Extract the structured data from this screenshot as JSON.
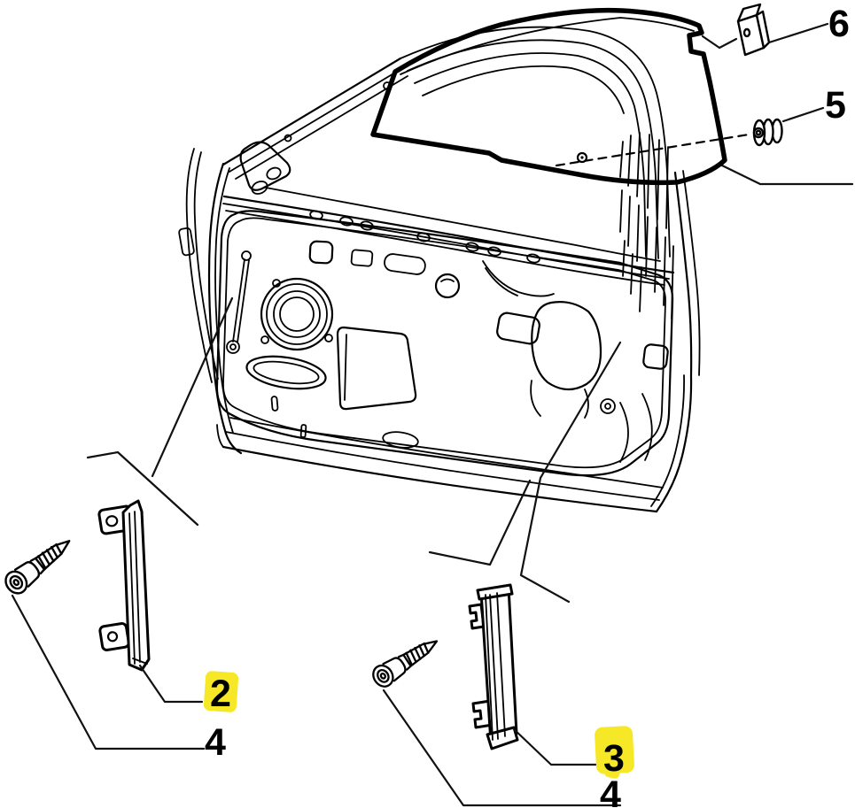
{
  "diagram": {
    "description": "Exploded parts diagram of a car front door: window glass, window guide rails, fixing screws, spacer block and grommet",
    "background_color": "#ffffff",
    "line_color": "#000000",
    "highlight_color": "#f6e827"
  },
  "callouts": [
    {
      "label": "6",
      "highlighted": false,
      "part": "spacer-block"
    },
    {
      "label": "5",
      "highlighted": false,
      "part": "grommet"
    },
    {
      "label": "2",
      "highlighted": true,
      "part": "front-guide-rail"
    },
    {
      "label": "4",
      "highlighted": false,
      "part": "screw-front"
    },
    {
      "label": "3",
      "highlighted": true,
      "part": "rear-guide-rail"
    },
    {
      "label": "4",
      "highlighted": false,
      "part": "screw-rear"
    }
  ]
}
